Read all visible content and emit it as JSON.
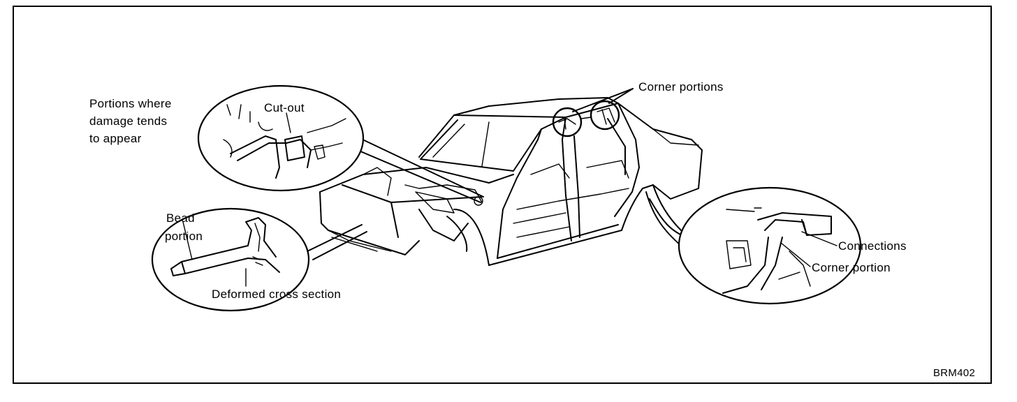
{
  "labels": {
    "damage_line1": "Portions where",
    "damage_line2": "damage tends",
    "damage_line3": "to appear",
    "cutout": "Cut-out",
    "corner_portions": "Corner portions",
    "bead_line1": "Bead",
    "bead_line2": "portion",
    "deformed": "Deformed cross section",
    "connections": "Connections",
    "corner_portion": "Corner portion",
    "figure_code": "BRM402"
  }
}
